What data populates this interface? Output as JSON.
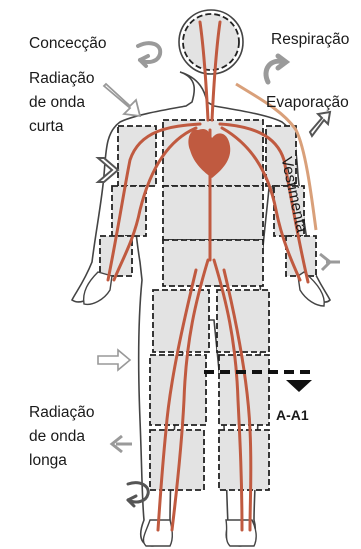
{
  "labels": {
    "convection": "Concecção",
    "respiration": "Respiração",
    "shortwave_line1": "Radiação",
    "shortwave_line2": "de onda",
    "shortwave_line3": "curta",
    "evaporation": "Evaporação",
    "clothing": "Vestimenta",
    "section": "A-A1",
    "longwave_line1": "Radiação",
    "longwave_line2": "de onda",
    "longwave_line3": "longa"
  },
  "colors": {
    "vessel": "#c05a40",
    "clothing_line": "#d9a07a",
    "body_fill": "#e6e6e6",
    "arrow": "#9a9a9a",
    "outline": "#333333"
  }
}
